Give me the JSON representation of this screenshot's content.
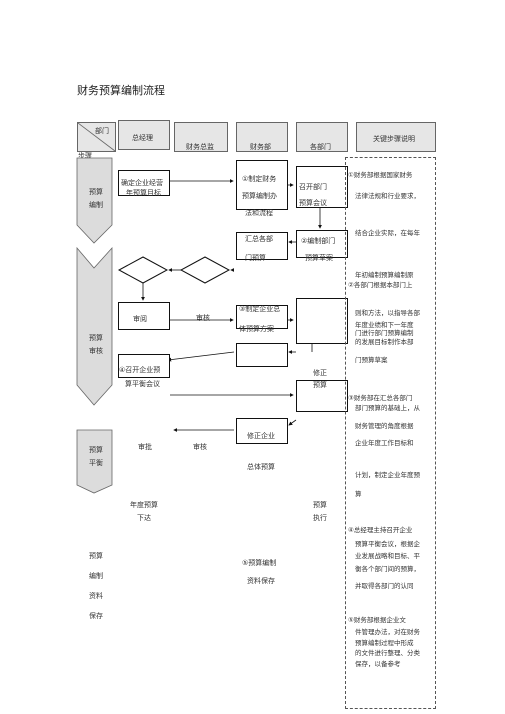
{
  "title": "财务预算编制流程",
  "header": {
    "dept": "部门",
    "step": "步骤",
    "columns": [
      "总经理",
      "财务总监",
      "财务部",
      "各部门",
      "关键步骤说明"
    ]
  },
  "phases": [
    "预算编制",
    "预算审核",
    "预算平衡",
    "预算编制资料保存"
  ],
  "flow": {
    "gm_goal": [
      "确定企业经营",
      "年预算目标"
    ],
    "fin_system": [
      "①制定财务",
      "预算编制办",
      "法和流程"
    ],
    "dept_meeting": [
      "召开部门",
      "预算会议"
    ],
    "fin_summary": [
      "汇总各部",
      "门预算"
    ],
    "dept_draft": [
      "②编制部门",
      "预算草案"
    ],
    "review_left": "审阅",
    "review_mid": "审核",
    "fin_plan": [
      "③制定企业总",
      "体预算方案"
    ],
    "gm_meeting": [
      "④召开企业预",
      "算平衡会议"
    ],
    "dept_revise": [
      "修正",
      "预算"
    ],
    "approve": "审批",
    "audit": "审核",
    "fin_revise": [
      "修正企业",
      "总体预算"
    ],
    "issue": [
      "年度预算",
      "下达"
    ],
    "execute": [
      "预算",
      "执行"
    ],
    "archive": [
      "⑤预算编制",
      "资料保存"
    ]
  },
  "notes": [
    [
      "①财务部根据国家财务",
      "法律法规和行业要求，",
      "结合企业实际，在每年",
      "年初编制预算编制原",
      "则和方法，以指导各部",
      "门进行部门预算编制"
    ],
    [
      "②各部门根据本部门上",
      "年度业绩和下一年度",
      "的发展目标制作本部",
      "门预算草案"
    ],
    [
      "③财务部在汇总各部门",
      "部门预算的基础上，从",
      "财务管理的角度根据",
      "企业年度工作目标和",
      "计划，制定企业年度预",
      "算"
    ],
    [
      "④总经理主持召开企业",
      "预算平衡会议，根据企",
      "业发展战略和目标、平",
      "衡各个部门间的预算，",
      "并取得各部门的认同"
    ],
    [
      "⑤财务部根据企业文",
      "件管理办法，对在财务",
      "预算编制过程中形成",
      "的文件进行整理、分类",
      "保存，以备参考"
    ]
  ]
}
